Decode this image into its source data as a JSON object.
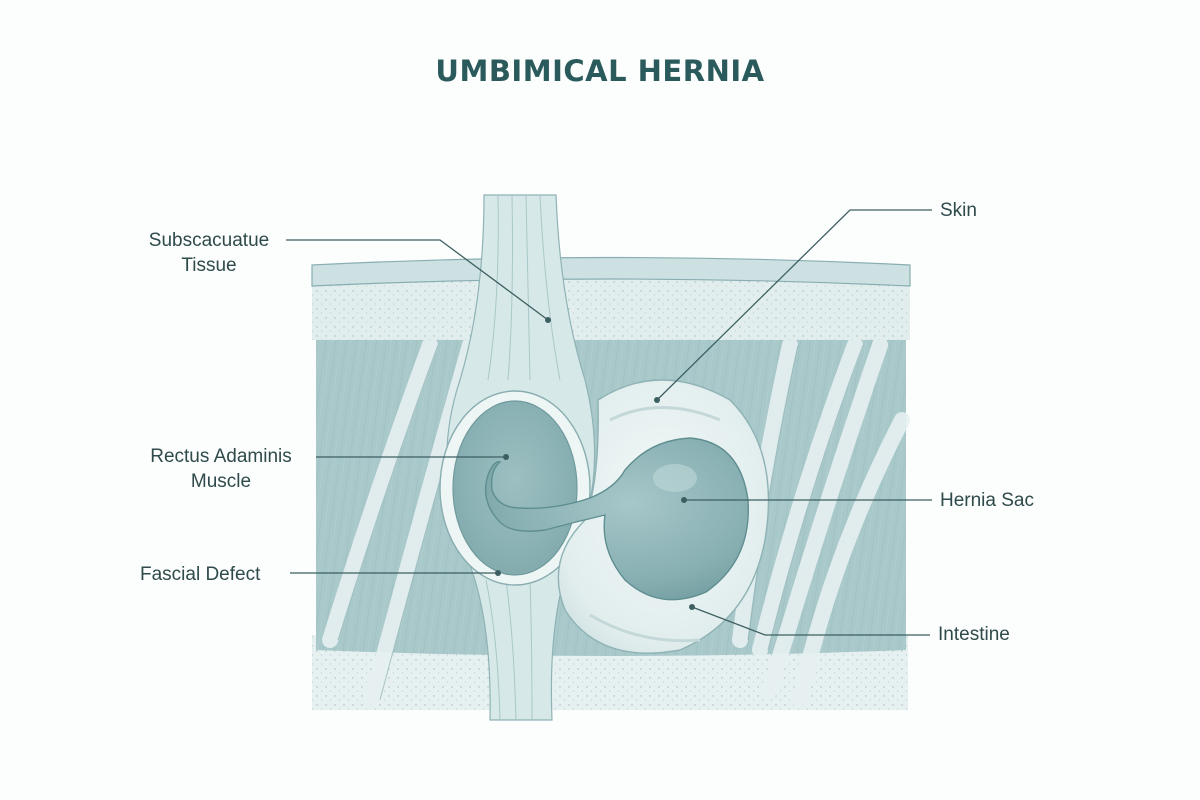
{
  "title": "UMBIMICAL HERNIA",
  "labels": {
    "subcutaneous": {
      "line1": "Subscacuatue",
      "line2": "Tissue"
    },
    "rectus": {
      "line1": "Rectus Adaminis",
      "line2": "Muscle"
    },
    "fascial": "Fascial Defect",
    "skin": "Skin",
    "sac": "Hernia Sac",
    "intestine": "Intestine"
  },
  "colors": {
    "title": "#2a5a5c",
    "label_text": "#2f4a4b",
    "leader_line": "#3d5f61",
    "skin_band": "#cfe2e3",
    "fat_layer": "#e2eeee",
    "muscle": "#a9c9cb",
    "muscle_dark": "#8fb4b7",
    "linea_alba": "#dcebec",
    "hernia_sac": "#e6f0f0",
    "intestine": "#88b1b4"
  }
}
